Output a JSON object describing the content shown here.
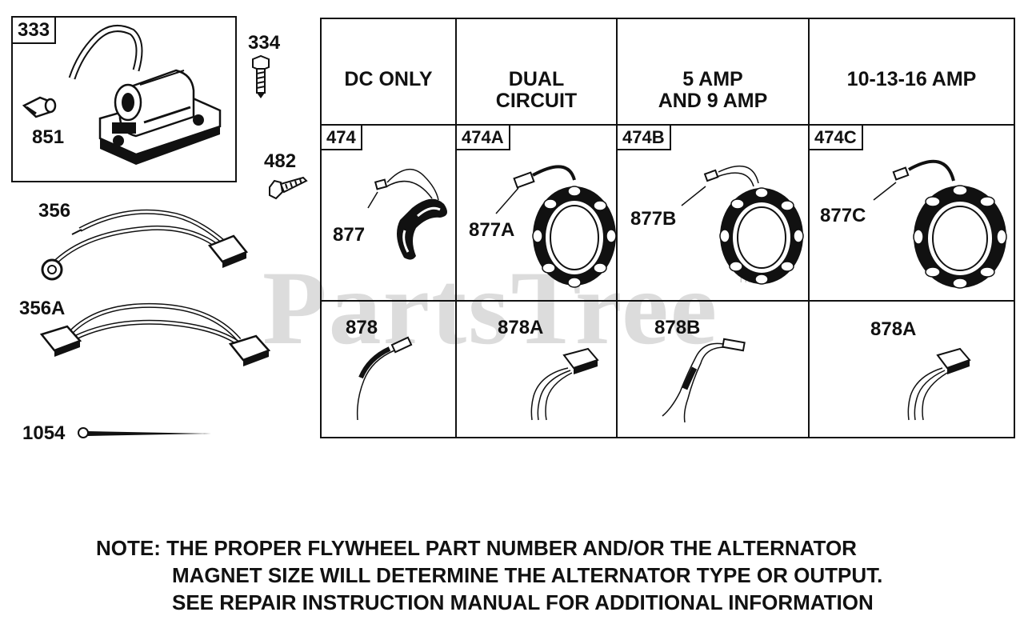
{
  "watermark": {
    "text": "PartsTree",
    "tm": "TM"
  },
  "left_parts": {
    "p333": "333",
    "p334": "334",
    "p851": "851",
    "p482": "482",
    "p356": "356",
    "p356a": "356A",
    "p1054": "1054"
  },
  "table": {
    "headers": [
      {
        "line1": "",
        "line2": "DC ONLY"
      },
      {
        "line1": "DUAL",
        "line2": "CIRCUIT"
      },
      {
        "line1": "5 AMP",
        "line2": "AND 9 AMP"
      },
      {
        "line1": "",
        "line2": "10-13-16 AMP"
      }
    ],
    "alternators": [
      {
        "box": "474",
        "part": "877"
      },
      {
        "box": "474A",
        "part": "877A"
      },
      {
        "box": "474B",
        "part": "877B"
      },
      {
        "box": "474C",
        "part": "877C"
      }
    ],
    "leads": [
      "878",
      "878A",
      "878B",
      "878A"
    ]
  },
  "note": {
    "line1": "NOTE: THE PROPER FLYWHEEL PART NUMBER AND/OR THE ALTERNATOR",
    "line2": "MAGNET SIZE WILL DETERMINE THE ALTERNATOR TYPE OR OUTPUT.",
    "line3": "SEE REPAIR INSTRUCTION MANUAL FOR ADDITIONAL INFORMATION"
  }
}
